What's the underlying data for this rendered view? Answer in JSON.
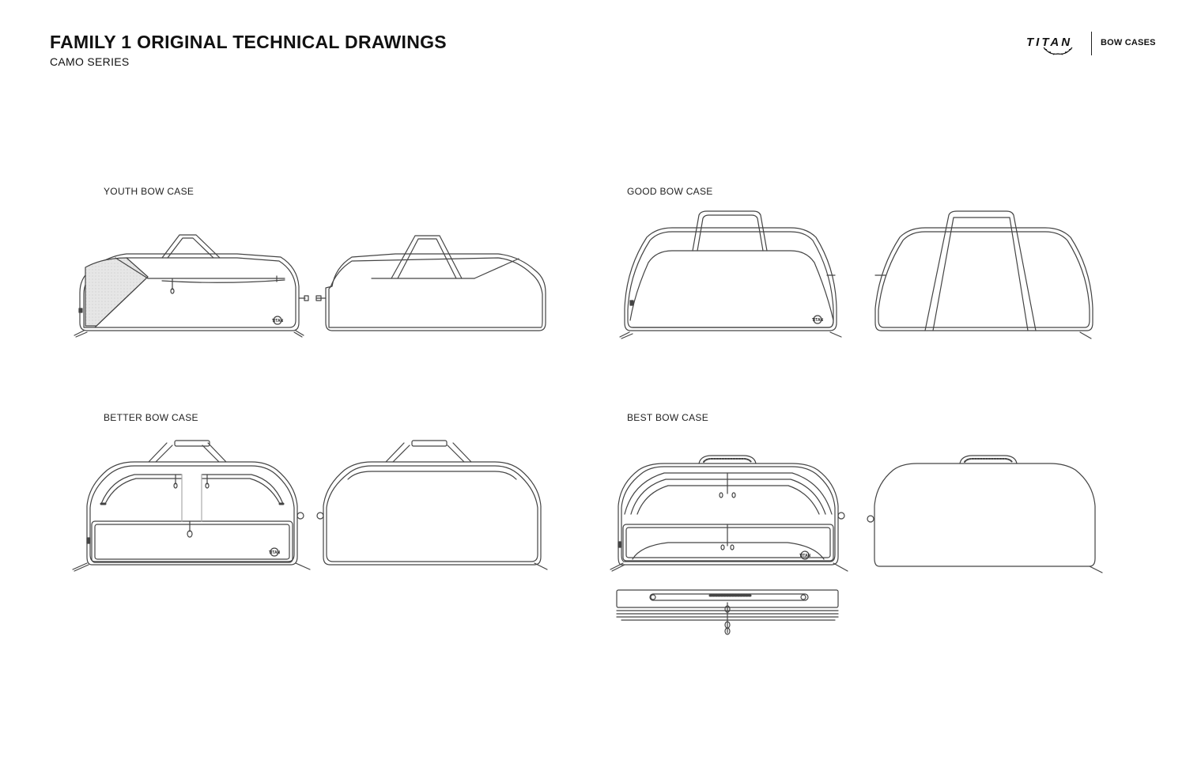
{
  "header": {
    "title": "FAMILY 1 ORIGINAL TECHNICAL DRAWINGS",
    "subtitle": "CAMO SERIES"
  },
  "brand": {
    "logo_text": "TITAN",
    "product_line": "BOW CASES"
  },
  "sections": [
    {
      "label": "YOUTH BOW CASE"
    },
    {
      "label": "GOOD BOW CASE"
    },
    {
      "label": "BETTER BOW CASE"
    },
    {
      "label": "BEST BOW CASE"
    }
  ],
  "badge_text": "TITAN",
  "colors": {
    "line": "#444444",
    "fill_shade": "#e6e6e6"
  }
}
